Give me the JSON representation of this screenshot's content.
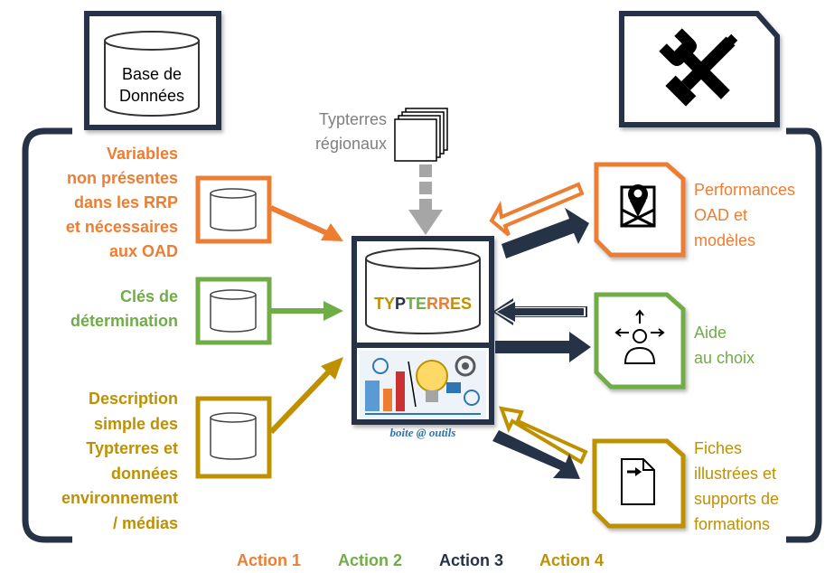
{
  "database_box": {
    "label_line1": "Base de",
    "label_line2": "Données"
  },
  "tools_box": {
    "icon": "tools-icon"
  },
  "regional": {
    "line1": "Typterres",
    "line2": "régionaux"
  },
  "inputs": {
    "orange": [
      "Variables",
      "non présentes",
      "dans les RRP",
      "et nécessaires",
      "aux OAD"
    ],
    "green": [
      "Clés de",
      "détermination"
    ],
    "gold": [
      "Description",
      "simple des",
      "Typterres et",
      "données",
      "environnement",
      "/ médias"
    ]
  },
  "center": {
    "db_logo_parts": [
      "TY",
      "P",
      "TE",
      "RR",
      "ES"
    ],
    "toolbox_caption": "boite @ outils"
  },
  "outputs": {
    "orange": [
      "Performances",
      "OAD et",
      "modèles"
    ],
    "green": [
      "Aide",
      "au choix"
    ],
    "gold": [
      "Fiches",
      "illustrées et",
      "supports de",
      "formations"
    ]
  },
  "legend": [
    "Action 1",
    "Action 2",
    "Action 3",
    "Action 4"
  ],
  "colors": {
    "orange": "#ed7d31",
    "green": "#70ad47",
    "navy": "#263246",
    "gold": "#bf9000",
    "grey": "#a6a6a6"
  }
}
